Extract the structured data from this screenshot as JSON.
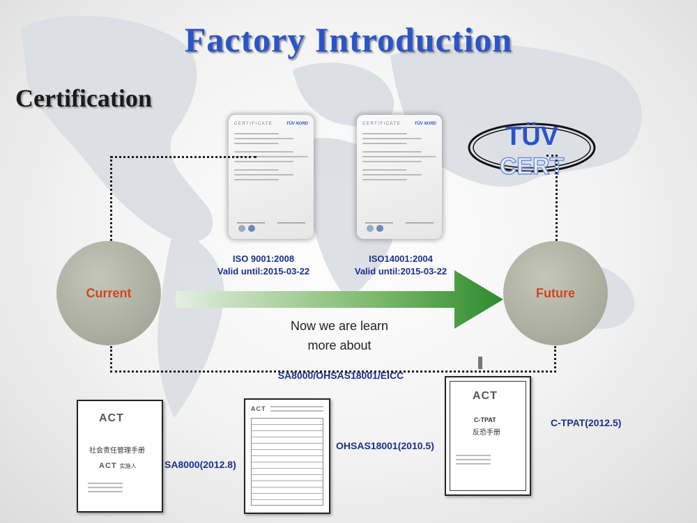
{
  "header": {
    "title": "Factory  Introduction",
    "subtitle": "Certification"
  },
  "certificates": [
    {
      "card_word": "CERTIFICATE",
      "card_brand": "TÜV NORD",
      "standard": "ISO 9001:2008",
      "validity": "Valid until:2015-03-22"
    },
    {
      "card_word": "CERTIFICATE",
      "card_brand": "TÜV NORD",
      "standard": "ISO14001:2004",
      "validity": "Valid until:2015-03-22"
    }
  ],
  "tuv_logo": {
    "top": "TÜV",
    "bottom": "CERT"
  },
  "flow": {
    "current": "Current",
    "future": "Future",
    "learn_line1": "Now we are learn",
    "learn_line2": "more about",
    "standards": "SA8000/OHSAS18001/EICC"
  },
  "documents": [
    {
      "logo": "ACT",
      "title_cn": "社会责任管理手册",
      "sub_logo": "ACT",
      "sub_cn": "实施人",
      "label": "SA8000(2012.8)"
    },
    {
      "logo": "ACT",
      "label": "OHSAS18001(2010.5)"
    },
    {
      "logo": "ACT",
      "title_en": "C-TPAT",
      "title_cn": "反恐手册",
      "label": "C-TPAT(2012.5)"
    }
  ],
  "colors": {
    "title": "#2a55c8",
    "caption": "#1c2f8c",
    "circle_text": "#d0461e",
    "arrow_end": "#2e8b2e"
  }
}
